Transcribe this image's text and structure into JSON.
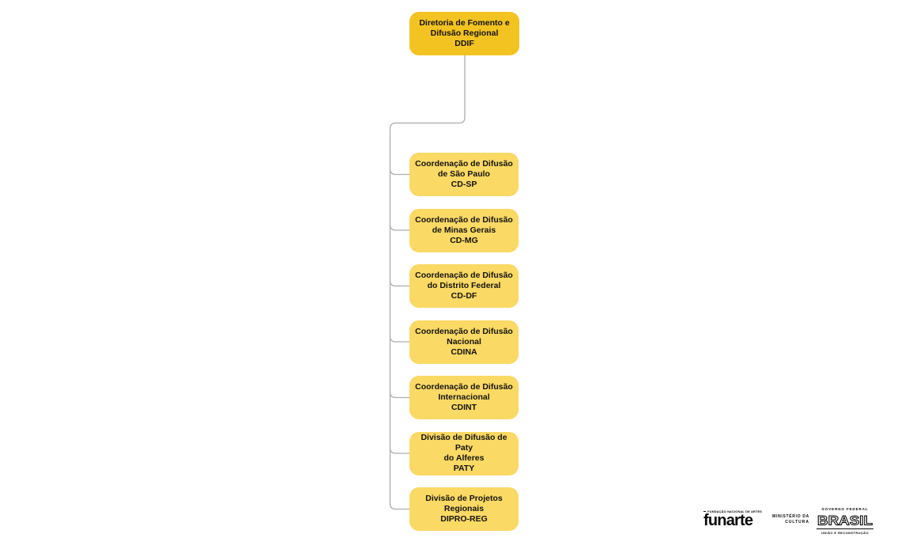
{
  "org_chart": {
    "root": {
      "title": "Diretoria de Fomento e\nDifusão Regional",
      "code": "DDIF"
    },
    "children": [
      {
        "title": "Coordenação de Difusão\nde São Paulo",
        "code": "CD-SP"
      },
      {
        "title": "Coordenação de Difusão\nde Minas Gerais",
        "code": "CD-MG"
      },
      {
        "title": "Coordenação de Difusão\ndo Distrito Federal",
        "code": "CD-DF"
      },
      {
        "title": "Coordenação de Difusão\nNacional",
        "code": "CDINA"
      },
      {
        "title": "Coordenação de Difusão\nInternacional",
        "code": "CDINT"
      },
      {
        "title": "Divisão de Difusão de Paty\ndo Alferes",
        "code": "PATY"
      },
      {
        "title": "Divisão de Projetos\nRegionais",
        "code": "DIPRO-REG"
      }
    ],
    "colors": {
      "root_box": "#F3C322",
      "child_box": "#FAD964",
      "connector": "#ACACAC",
      "text": "#121212"
    }
  },
  "footer_logos": {
    "funarte": {
      "tagline": "FUNDAÇÃO NACIONAL DE ARTES",
      "wordmark": "funarte"
    },
    "ministerio_cultura": {
      "line1": "MINISTÉRIO DA",
      "line2": "CULTURA"
    },
    "governo_federal": {
      "top": "GOVERNO FEDERAL",
      "wordmark": "BRASIL",
      "bottom": "UNIÃO E RECONSTRUÇÃO"
    }
  }
}
